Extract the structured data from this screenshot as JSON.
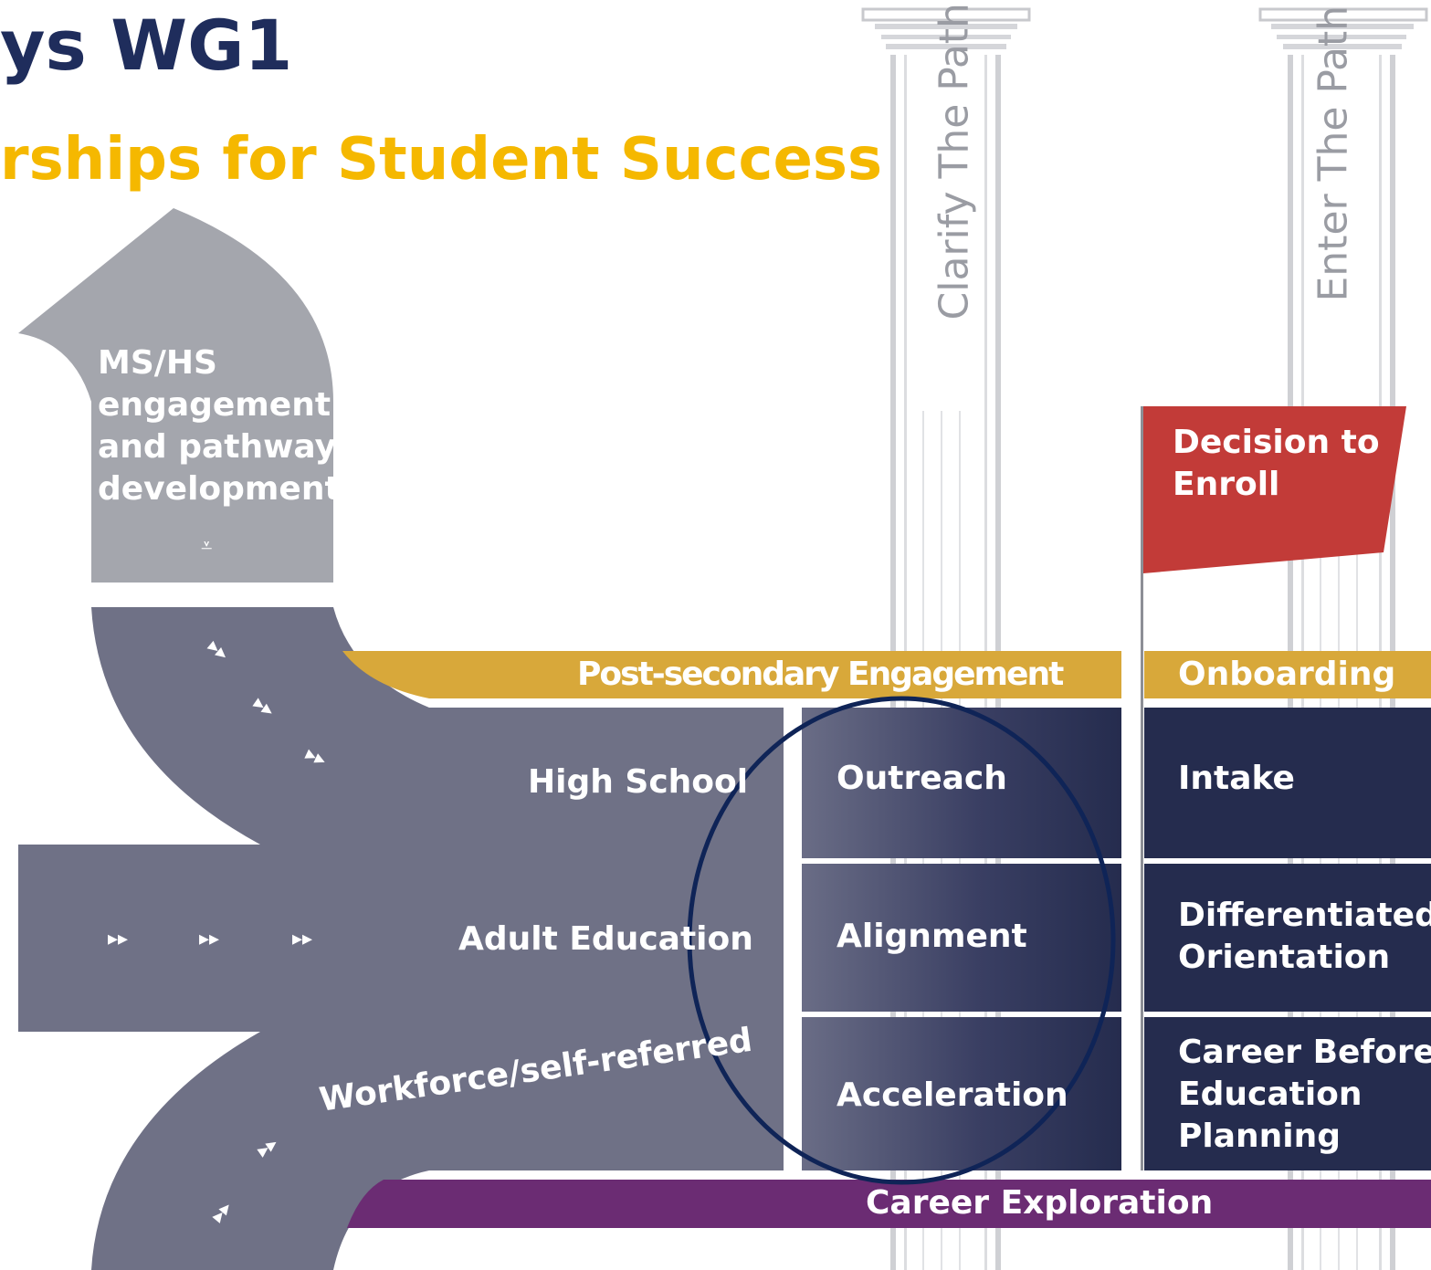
{
  "title": {
    "line1": "ys WG1",
    "line2": "rships for Student Success"
  },
  "pillars": {
    "left": "Clarify The Path",
    "right": "Enter The Path"
  },
  "ms_hs": {
    "line1": "MS/HS",
    "line2": "engagement",
    "line3": "and pathway",
    "line4": "development"
  },
  "flag": {
    "line1": "Decision to",
    "line2": "Enroll"
  },
  "bands": {
    "post_secondary": "Post-secondary Engagement",
    "onboarding": "Onboarding",
    "career_exploration": "Career Exploration"
  },
  "roads": {
    "high_school": "High School",
    "adult_education": "Adult Education",
    "workforce": "Workforce/self-referred"
  },
  "engagement_cells": [
    "Outreach",
    "Alignment",
    "Acceleration"
  ],
  "onboarding_cells": {
    "intake": "Intake",
    "orientation_line1": "Differentiated",
    "orientation_line2": "Orientation",
    "planning_line1": "Career Before",
    "planning_line2": "Education",
    "planning_line3": "Planning"
  },
  "colors": {
    "navy": "#252c4e",
    "road_gray": "#6f7186",
    "light_gray": "#a4a6ad",
    "gold": "#d8a83a",
    "purple": "#6b2c73",
    "red": "#c23b38",
    "title_navy": "#1f2d5c",
    "title_gold": "#f5b800",
    "circle": "#0f2457"
  },
  "icons": {
    "arrows": "double-chevron-icon"
  }
}
